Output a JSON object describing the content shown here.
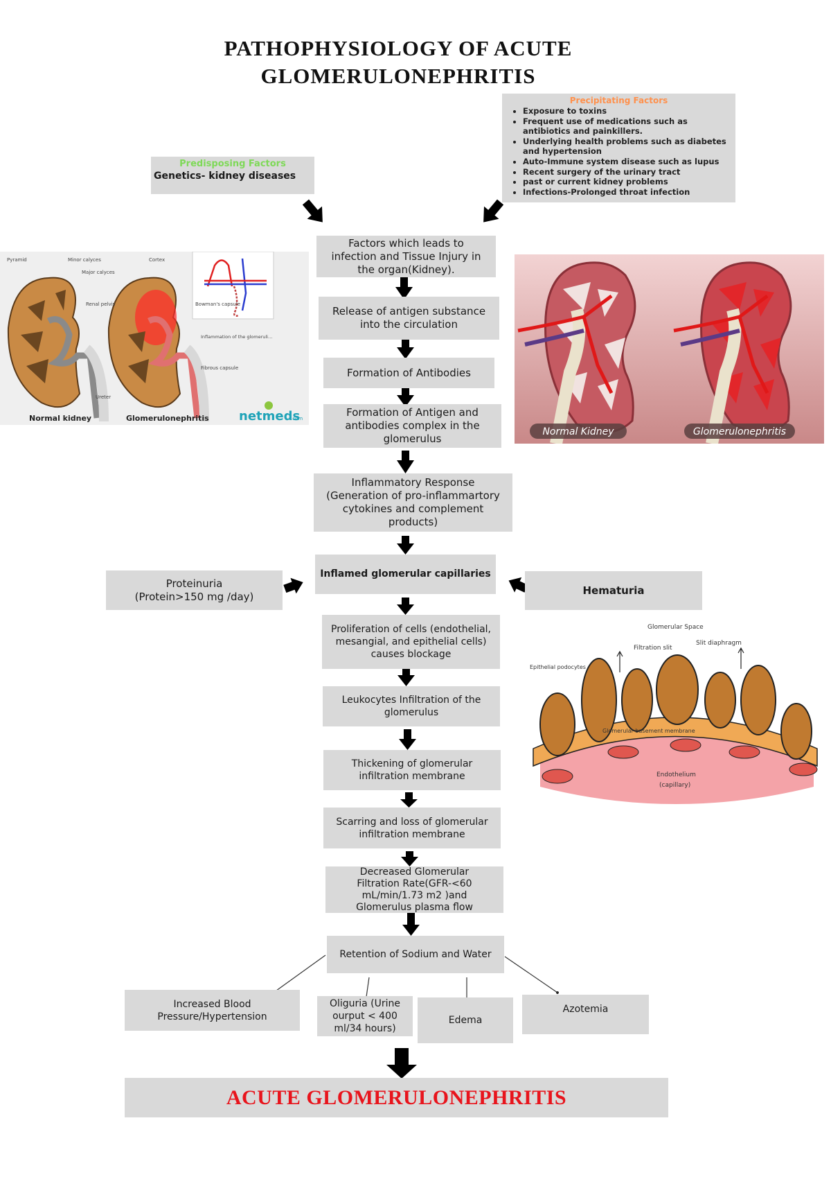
{
  "title": {
    "line1": "PATHOPHYSIOLOGY  OF ACUTE",
    "line2": "GLOMERULONEPHRITIS"
  },
  "colors": {
    "box_bg": "#d9d9d9",
    "predisposing_heading": "#7ed957",
    "precipitating_heading": "#ff914d",
    "final_text": "#e8141c"
  },
  "predisposing": {
    "heading": "Predisposing Factors",
    "text": "Genetics- kidney diseases"
  },
  "precipitating": {
    "heading": "Precipitating Factors",
    "items": [
      "Exposure to toxins",
      "Frequent use of  medications such as antibiotics and painkillers.",
      "Underlying health problems such as diabetes and hypertension",
      "Auto-Immune system disease such as lupus",
      "Recent surgery of the urinary tract",
      "past or current kidney problems",
      "Infections-Prolonged throat infection"
    ]
  },
  "flow": {
    "step1": "Factors which leads to infection and Tissue Injury in the organ(Kidney).",
    "step2": "Release of antigen substance into the circulation",
    "step3": "Formation of Antibodies",
    "step4": "Formation of Antigen and antibodies complex in the glomerulus",
    "step5": "Inflammatory Response (Generation of pro-inflammartory cytokines and complement products)",
    "step6": "Inflamed glomerular capillaries",
    "proteinuria_line1": "Proteinuria",
    "proteinuria_line2": "(Protein>150 mg /day)",
    "hematuria": "Hematuria",
    "step7": "Proliferation of cells (endothelial, mesangial, and epithelial cells) causes blockage",
    "step8": "Leukocytes Infiltration of the glomerulus",
    "step9": "Thickening of glomerular infiltration membrane",
    "step10": "Scarring and loss of glomerular infiltration membrane",
    "step11": "Decreased Glomerular Filtration Rate(GFR-<60 mL/min/1.73 m2 )and Glomerulus plasma flow",
    "step12": "Retention of Sodium and Water",
    "outcomes": {
      "bp": "Increased Blood Pressure/Hypertension",
      "oliguria": "Oliguria (Urine ourput < 400 ml/34 hours)",
      "edema": "Edema",
      "azotemia": "Azotemia"
    },
    "final": "ACUTE GLOMERULONEPHRITIS"
  },
  "left_image": {
    "labels": {
      "pyramid": "Pyramid",
      "minor_calyces": "Minor calyces",
      "major_calyces": "Major calyces",
      "renal_pelvis": "Renal pelvis",
      "cortex": "Cortex",
      "bowmans_capsule": "Bowman's capsule",
      "inflammation": "Inflammation of the glomeruli and of the small blood vessels",
      "fibrous_capsule": "Fibrous capsule",
      "ureter": "Ureter"
    },
    "caption_left": "Normal kidney",
    "caption_right": "Glomerulonephritis",
    "brand": "netmeds",
    "brand_suffix": ".com"
  },
  "right_image": {
    "caption_left": "Normal Kidney",
    "caption_right": "Glomerulonephritis"
  },
  "glomerular_diagram": {
    "space": "Glomerular Space",
    "filtration_slit": "Filtration slit",
    "slit_diaphragm": "Slit diaphragm",
    "podocytes": "Epithelial podocytes",
    "membrane": "Glomerular basement membrane",
    "endothelium": "Endothelium",
    "capillary": "(capillary)"
  }
}
